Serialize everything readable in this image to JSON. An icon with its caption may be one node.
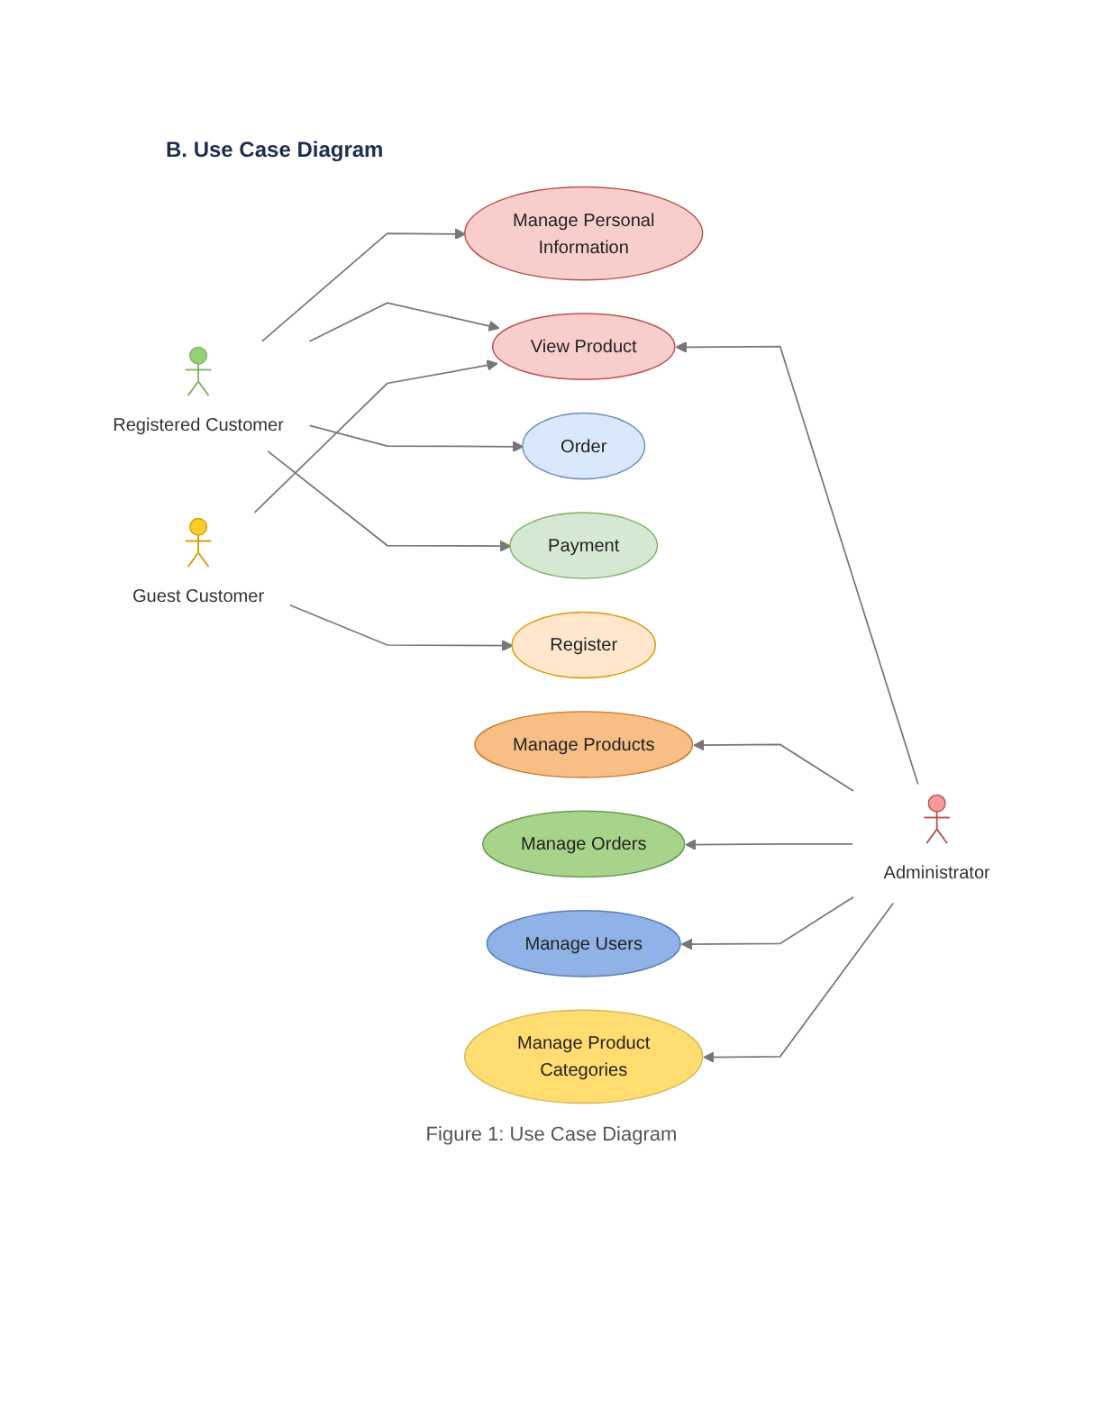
{
  "diagram": {
    "title": "B. Use Case Diagram",
    "caption": "Figure 1: Use Case Diagram",
    "nodes": [
      {
        "text": [
          "Registered Customer"
        ]
      },
      {
        "text": [
          "Guest Customer"
        ]
      },
      {
        "text": [
          "Manage Personal Information"
        ]
      },
      {
        "text": [
          "View Product"
        ]
      },
      {
        "text": [
          "Order"
        ]
      },
      {
        "text": [
          "Payment"
        ]
      },
      {
        "text": [
          "Register"
        ]
      },
      {
        "text": [
          "Manage Products"
        ]
      },
      {
        "text": [
          "Manage Orders"
        ]
      },
      {
        "text": [
          "Manage Users"
        ]
      },
      {
        "text": [
          "Manage Product Categories"
        ]
      },
      {
        "text": [
          "Administrator"
        ]
      }
    ],
    "edges": [
      {
        "from": 0,
        "to": 2,
        "arrow": "to"
      },
      {
        "from": 0,
        "to": 3,
        "arrow": "to"
      },
      {
        "from": 0,
        "to": 4,
        "arrow": "to"
      },
      {
        "from": 0,
        "to": 5,
        "arrow": "to"
      },
      {
        "from": 1,
        "to": 3,
        "arrow": "to"
      },
      {
        "from": 1,
        "to": 6,
        "arrow": "to"
      },
      {
        "from": 11,
        "to": 3,
        "arrow": "to"
      },
      {
        "from": 11,
        "to": 7,
        "arrow": "to"
      },
      {
        "from": 11,
        "to": 8,
        "arrow": "to"
      },
      {
        "from": 11,
        "to": 9,
        "arrow": "to"
      },
      {
        "from": 11,
        "to": 10,
        "arrow": "to"
      }
    ]
  }
}
